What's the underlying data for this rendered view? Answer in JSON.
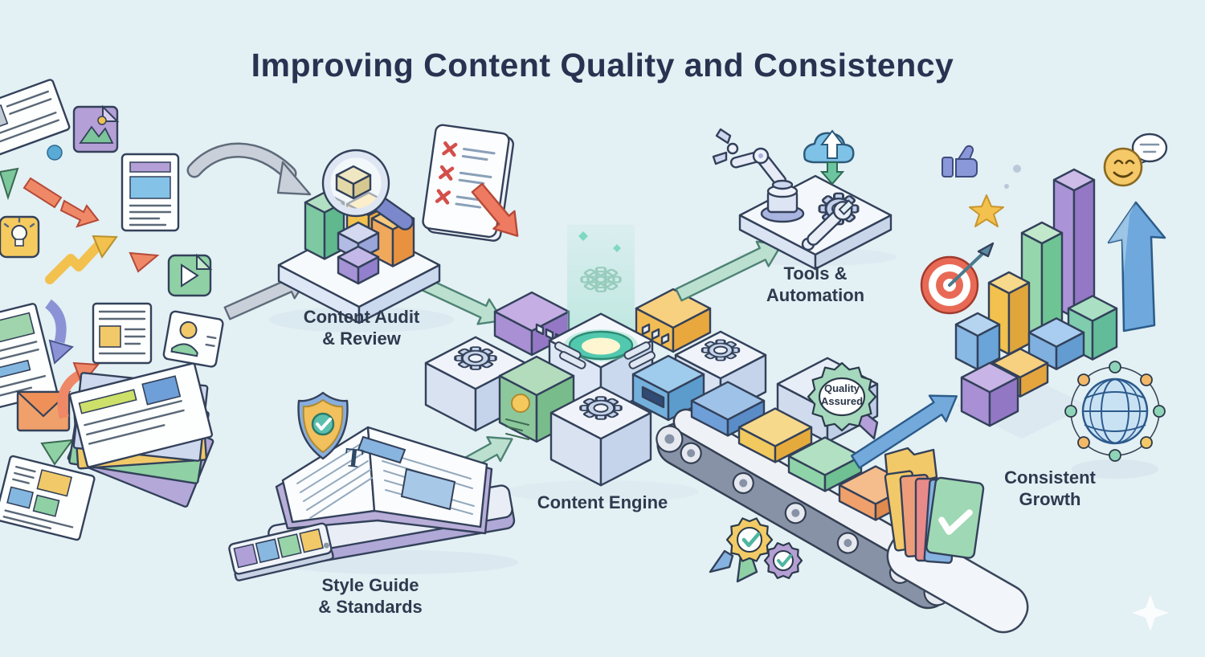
{
  "title": "Improving Content Quality and Consistency",
  "sections": {
    "content_audit": {
      "label": "Content Audit\n& Review"
    },
    "content_engine": {
      "label": "Content Engine"
    },
    "tools_automation": {
      "label": "Tools &\nAutomation"
    },
    "style_guide": {
      "label": "Style Guide\n& Standards"
    },
    "consistent_growth": {
      "label": "Consistent\nGrowth"
    },
    "quality_badge": {
      "label": "Quality\nAssured"
    }
  },
  "colors": {
    "background": "#e3f0f4",
    "title_text": "#273350",
    "outline": "#33415a",
    "teal_arrow": "#bce0cf",
    "gray_arrow": "#c9d0da",
    "blue_arrow": "#74a9dc",
    "badge_green": "#a5d8bc",
    "glow_teal": "#52c9ae",
    "accent_yellow": "#f2c14e",
    "accent_purple": "#a98fd4",
    "accent_green": "#8fd0a4",
    "accent_orange": "#ee8866",
    "accent_blue": "#85b8e0"
  }
}
